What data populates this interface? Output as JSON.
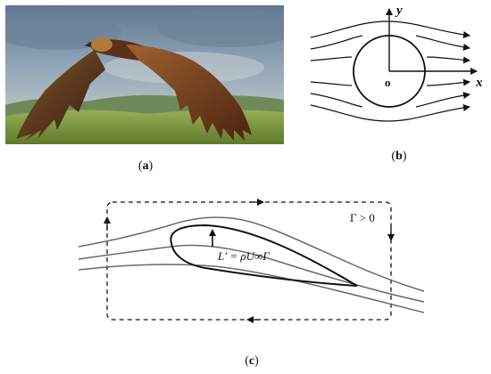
{
  "captions": {
    "a": "a",
    "b": "b",
    "c": "c"
  },
  "fig_b": {
    "x_axis": "x",
    "y_axis": "y",
    "origin": "o"
  },
  "fig_c": {
    "circulation": "Γ > 0",
    "lift_formula": "L′ = ρU∞Γ"
  },
  "colors": {
    "line": "#111111",
    "streamline_gray": "#6a6a6a",
    "sky": "#7d95ab",
    "grass": "#7f9a3e",
    "eagle_brown": "#6b3a1e"
  },
  "icons": {
    "photo": "golden-eagle-in-flight"
  }
}
